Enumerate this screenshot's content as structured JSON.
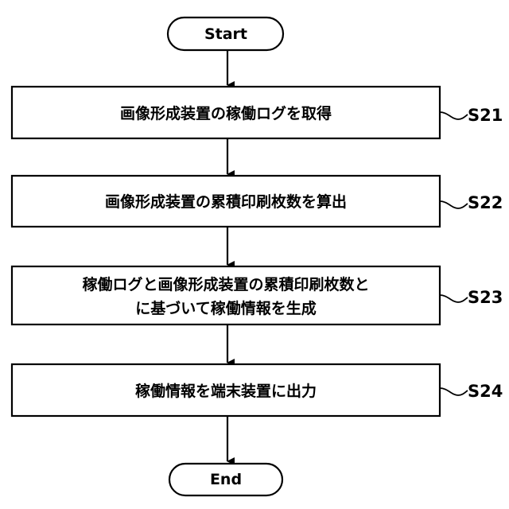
{
  "flowchart": {
    "start": "Start",
    "end": "End",
    "steps": [
      {
        "id": "S21",
        "lines": [
          "画像形成装置の稼働ログを取得"
        ]
      },
      {
        "id": "S22",
        "lines": [
          "画像形成装置の累積印刷枚数を算出"
        ]
      },
      {
        "id": "S23",
        "lines": [
          "稼働ログと画像形成装置の累積印刷枚数と",
          "に基づいて稼働情報を生成"
        ]
      },
      {
        "id": "S24",
        "lines": [
          "稼働情報を端末装置に出力"
        ]
      }
    ]
  }
}
